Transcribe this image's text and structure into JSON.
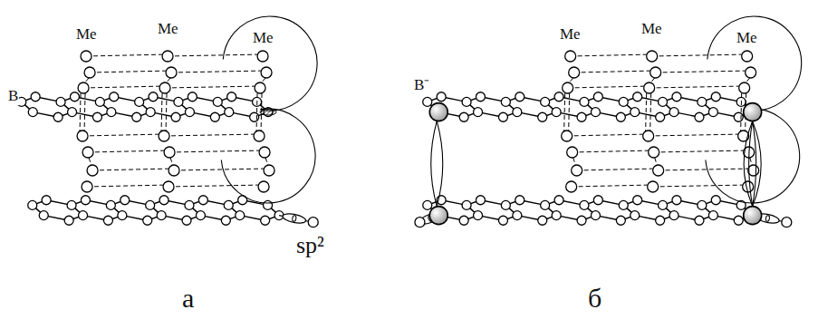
{
  "diagram": {
    "labels": [
      "Me",
      "Me",
      "Me",
      "B",
      "sp²",
      "а",
      "Me",
      "Me",
      "Me",
      "B⁻",
      "б"
    ]
  }
}
